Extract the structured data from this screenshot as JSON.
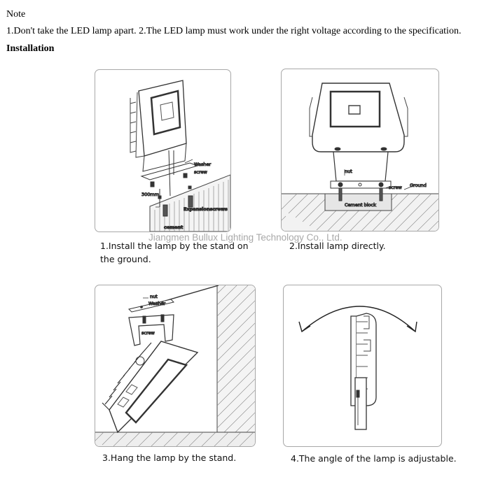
{
  "note": {
    "title": "Note",
    "text": "1.Don't take the LED lamp apart. 2.The LED lamp must work under the right voltage according to the specification."
  },
  "installation": {
    "title": "Installation"
  },
  "watermark": "Jiangmen Bullux Lighting Technology Co., Ltd.",
  "steps": [
    {
      "caption_line1": "1.Install the lamp by the stand on",
      "caption_line2": "the ground.",
      "labels": {
        "washer": "Washer",
        "screw": "screw",
        "distance": "300mm",
        "expansion": "Expansionscrews",
        "cement": "cement"
      }
    },
    {
      "caption_line1": "2.Install lamp directly.",
      "labels": {
        "nut": "nut",
        "screw": "screw",
        "ground": "Ground",
        "cement_block": "Cement block"
      }
    },
    {
      "caption_line1": "3.Hang the lamp by the stand.",
      "labels": {
        "nut": "nut",
        "washer": "Washer",
        "screw": "screw"
      }
    },
    {
      "caption_line1": "4.The angle of the lamp is adjustable."
    }
  ],
  "colors": {
    "panel_border": "#a8a8a8",
    "line_art": "#333333",
    "watermark": "#9a9a9a"
  }
}
